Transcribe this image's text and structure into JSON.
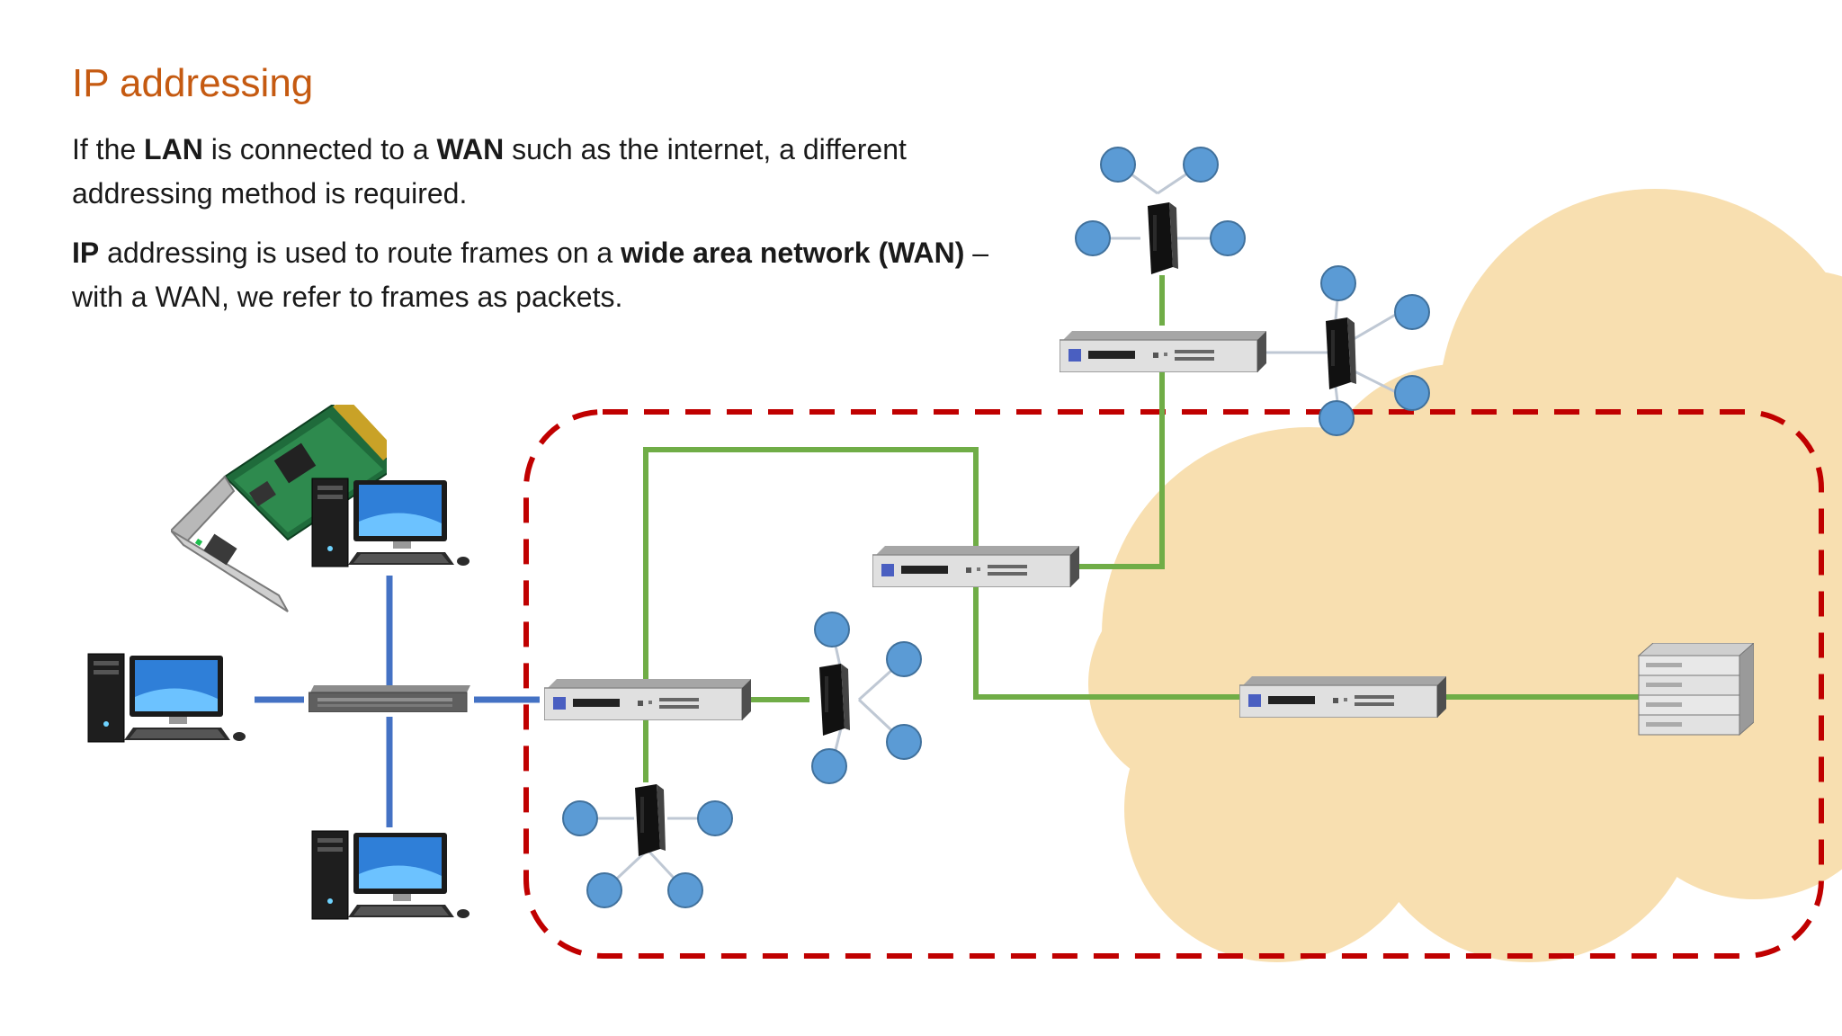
{
  "slide": {
    "title": "IP addressing",
    "paragraphs": [
      {
        "runs": [
          {
            "text": "If the ",
            "bold": false
          },
          {
            "text": "LAN",
            "bold": true
          },
          {
            "text": " is connected to a ",
            "bold": false
          },
          {
            "text": "WAN",
            "bold": true
          },
          {
            "text": " such as the internet, a different addressing method is required.",
            "bold": false
          }
        ]
      },
      {
        "runs": [
          {
            "text": "IP",
            "bold": true
          },
          {
            "text": " addressing is used to route frames on a ",
            "bold": false
          },
          {
            "text": "wide area network (WAN)",
            "bold": true
          },
          {
            "text": " – with a WAN, we refer to frames as packets.",
            "bold": false
          }
        ]
      }
    ]
  },
  "diagram": {
    "colors": {
      "title": "#c55a11",
      "lan_link": "#4472c4",
      "wan_link": "#70ad47",
      "wan_boundary": "#c00000",
      "cloud": "#f8dfb0",
      "client_node": "#5b9bd5"
    },
    "icons": [
      "network-card-icon",
      "desktop-computer-icon",
      "lan-switch-icon",
      "router-icon",
      "wireless-access-point-icon",
      "server-icon",
      "cloud-icon"
    ]
  }
}
